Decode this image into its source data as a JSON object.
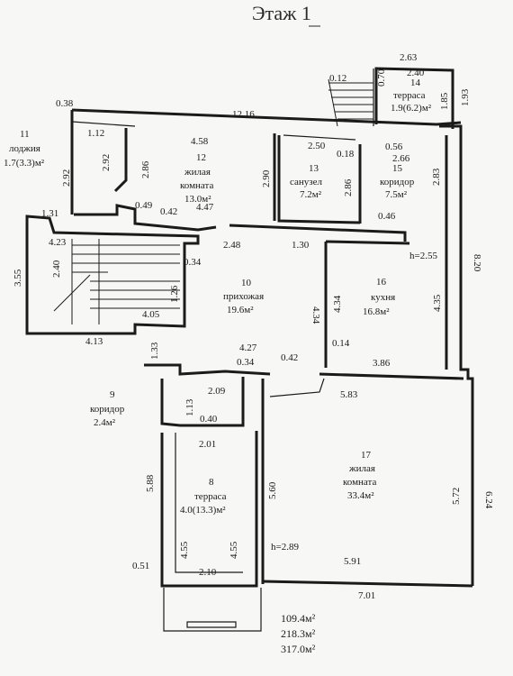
{
  "title": "Этаж 1",
  "rooms": [
    {
      "num": "11",
      "name": "лоджия",
      "area": "1.7(3.3)м²"
    },
    {
      "num": "12",
      "name": "жилая",
      "name2": "комната",
      "area": "13.0м²"
    },
    {
      "num": "13",
      "name": "санузел",
      "area": "7.2м²"
    },
    {
      "num": "14",
      "name": "терраса",
      "area": "1.9(6.2)м²"
    },
    {
      "num": "15",
      "name": "коридор",
      "area": "7.5м²"
    },
    {
      "num": "10",
      "name": "прихожая",
      "area": "19.6м²"
    },
    {
      "num": "16",
      "name": "кухня",
      "area": "16.8м²"
    },
    {
      "num": "9",
      "name": "коридор",
      "area": "2.4м²"
    },
    {
      "num": "8",
      "name": "терраса",
      "area": "4.0(13.3)м²"
    },
    {
      "num": "17",
      "name": "жилая",
      "name2": "комната",
      "area": "33.4м²"
    }
  ],
  "dims": {
    "d263": "2.63",
    "d012": "0.12",
    "d070": "0.70",
    "d240": "2.40",
    "d185": "1.85",
    "d193": "1.93",
    "d038": "0.38",
    "d1216": "12.16",
    "d112": "1.12",
    "d458": "4.58",
    "d292": "2.92",
    "d286": "2.86",
    "d290": "2.90",
    "d250": "2.50",
    "d018": "0.18",
    "d286b": "2.86",
    "d056": "0.56",
    "d266": "2.66",
    "d283": "2.83",
    "d049": "0.49",
    "d042": "0.42",
    "d447": "4.47",
    "d046": "0.46",
    "d131": "1.31",
    "d423": "4.23",
    "d355": "3.55",
    "d240b": "2.40",
    "d248": "2.48",
    "d130": "1.30",
    "d820": "8.20",
    "h255": "h=2.55",
    "d034": "0.34",
    "d126": "1.26",
    "d434": "4.34",
    "d434b": "4.34",
    "d435": "4.35",
    "d405": "4.05",
    "d413": "4.13",
    "d133": "1.33",
    "d014": "0.14",
    "d427": "4.27",
    "d034b": "0.34",
    "d042b": "0.42",
    "d386": "3.86",
    "d209": "2.09",
    "d583": "5.83",
    "d113": "1.13",
    "d040": "0.40",
    "d201": "2.01",
    "d588": "5.88",
    "d560": "5.60",
    "d572": "5.72",
    "d624": "6.24",
    "d455": "4.55",
    "d455b": "4.55",
    "h289": "h=2.89",
    "d591": "5.91",
    "d051": "0.51",
    "d210": "2.10",
    "d701": "7.01"
  },
  "totals": [
    "109.4м²",
    "218.3м²",
    "317.0м²"
  ]
}
